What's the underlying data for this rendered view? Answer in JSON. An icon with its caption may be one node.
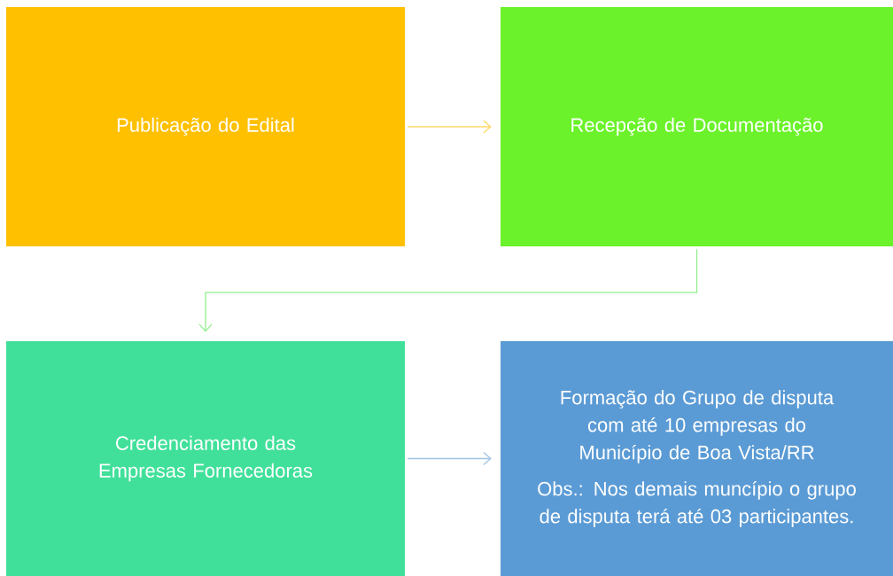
{
  "diagram": {
    "nodes": [
      {
        "text": [
          "Publicação do Edital"
        ]
      },
      {
        "text": [
          "Recepção de Documentação"
        ]
      },
      {
        "text": [
          "Credenciamento das Empresas Fornecedoras"
        ]
      },
      {
        "text": [
          "Formação do Grupo de disputa com até 10 empresas do Município de Boa Vista/RR",
          "Obs.: Nos demais muncípio o grupo de disputa terá até 03 participantes."
        ]
      }
    ],
    "edges": [
      {
        "from": 0,
        "to": 1,
        "arrow": "to",
        "color": "#ffd966"
      },
      {
        "from": 1,
        "to": 2,
        "arrow": "to",
        "color": "#92f08e"
      },
      {
        "from": 2,
        "to": 3,
        "arrow": "to",
        "color": "#9dc3e6"
      }
    ]
  }
}
